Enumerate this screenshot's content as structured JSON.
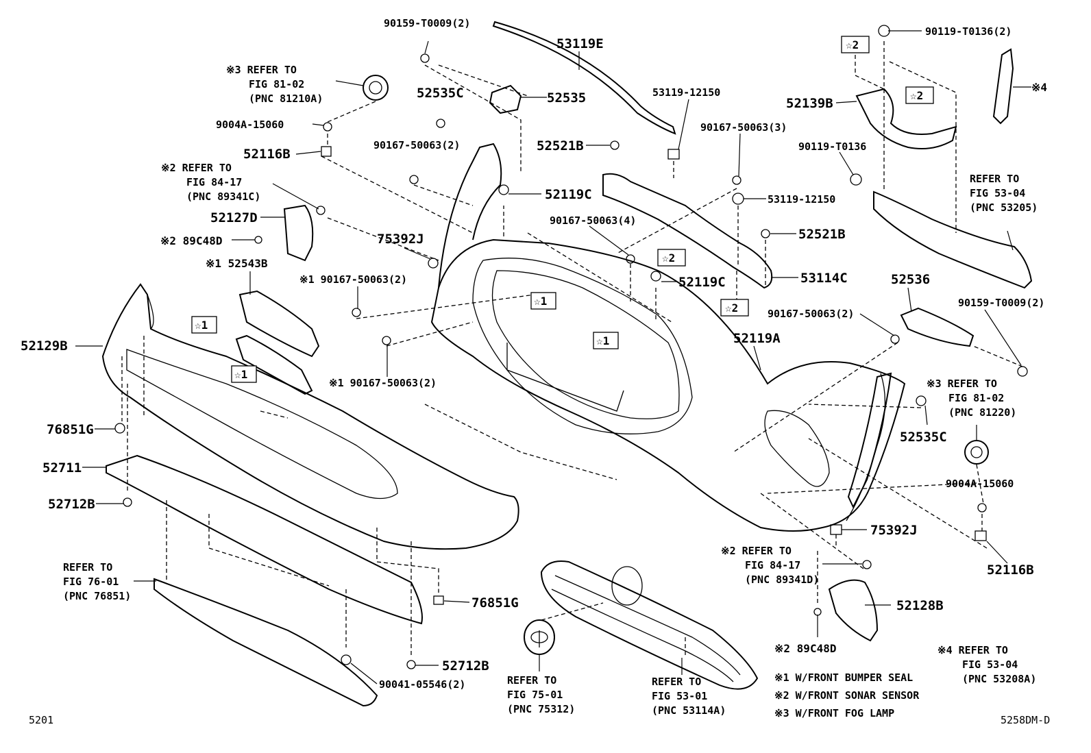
{
  "labels": {
    "p90159_t0009_top": "90159-T0009(2)",
    "p53119e": "53119E",
    "p90119_t0136_2": "90119-T0136(2)",
    "p52535": "52535",
    "p52535c_top": "52535C",
    "ref_81_02_a_1": "※3 REFER TO",
    "ref_81_02_a_2": "FIG 81-02",
    "ref_81_02_a_3": "(PNC 81210A)",
    "p9004a_left": "9004A-15060",
    "p52116b_left": "52116B",
    "p90167_50063_2_top": "90167-50063(2)",
    "ref_84_17_c_1": "※2 REFER TO",
    "ref_84_17_c_2": "FIG 84-17",
    "ref_84_17_c_3": "(PNC 89341C)",
    "p52127d": "52127D",
    "p89c48d_left": "※2 89C48D",
    "p52543b": "※1 52543B",
    "p90167_50063_2_s1": "※1 90167-50063(2)",
    "p52129b": "52129B",
    "p90167_50063_2_s1b": "※1 90167-50063(2)",
    "p76851g_left": "76851G",
    "p52711": "52711",
    "p52712b_left": "52712B",
    "ref_76_01_1": "REFER TO",
    "ref_76_01_2": "FIG 76-01",
    "ref_76_01_3": "(PNC 76851)",
    "p76851g_bottom": "76851G",
    "p52712b_bottom": "52712B",
    "p90041": "90041-05546(2)",
    "ref_75_01_1": "REFER TO",
    "ref_75_01_2": "FIG 75-01",
    "ref_75_01_3": "(PNC 75312)",
    "ref_53_01_1": "REFER TO",
    "ref_53_01_2": "FIG 53-01",
    "ref_53_01_3": "(PNC 53114A)",
    "p53119_12150_top": "53119-12150",
    "p52521b_top": "52521B",
    "p52119c_top": "52119C",
    "p90167_50063_3": "90167-50063(3)",
    "p53119_12150_mid": "53119-12150",
    "p90167_50063_4": "90167-50063(4)",
    "p52521b_right": "52521B",
    "p75392j_top": "75392J",
    "p52119c_mid": "52119C",
    "p53114c": "53114C",
    "p52119a": "52119A",
    "p52139b": "52139B",
    "p90119_t0136": "90119-T0136",
    "s4_top": "※4",
    "ref_53_04_a_1": "REFER TO",
    "ref_53_04_a_2": "FIG 53-04",
    "ref_53_04_a_3": "(PNC 53205)",
    "p52536": "52536",
    "p90159_t0009_right": "90159-T0009(2)",
    "p90167_50063_2_right": "90167-50063(2)",
    "ref_81_02_b_1": "※3 REFER TO",
    "ref_81_02_b_2": "FIG 81-02",
    "ref_81_02_b_3": "(PNC 81220)",
    "p52535c_right": "52535C",
    "p9004a_right": "9004A-15060",
    "p75392j_bottom": "75392J",
    "p52116b_right": "52116B",
    "ref_84_17_d_1": "※2 REFER TO",
    "ref_84_17_d_2": "FIG 84-17",
    "ref_84_17_d_3": "(PNC 89341D)",
    "p52128b": "52128B",
    "p89c48d_bottom": "※2 89C48D",
    "ref_53_04_b_1": "※4 REFER TO",
    "ref_53_04_b_2": "FIG 53-04",
    "ref_53_04_b_3": "(PNC 53208A)",
    "note1": "※1 W/FRONT BUMPER SEAL",
    "note2": "※2 W/FRONT SONAR SENSOR",
    "note3": "※3 W/FRONT FOG LAMP",
    "page_id": "5201",
    "diagram_id": "5258DM-D",
    "star1": "☆1",
    "star2": "☆2"
  }
}
